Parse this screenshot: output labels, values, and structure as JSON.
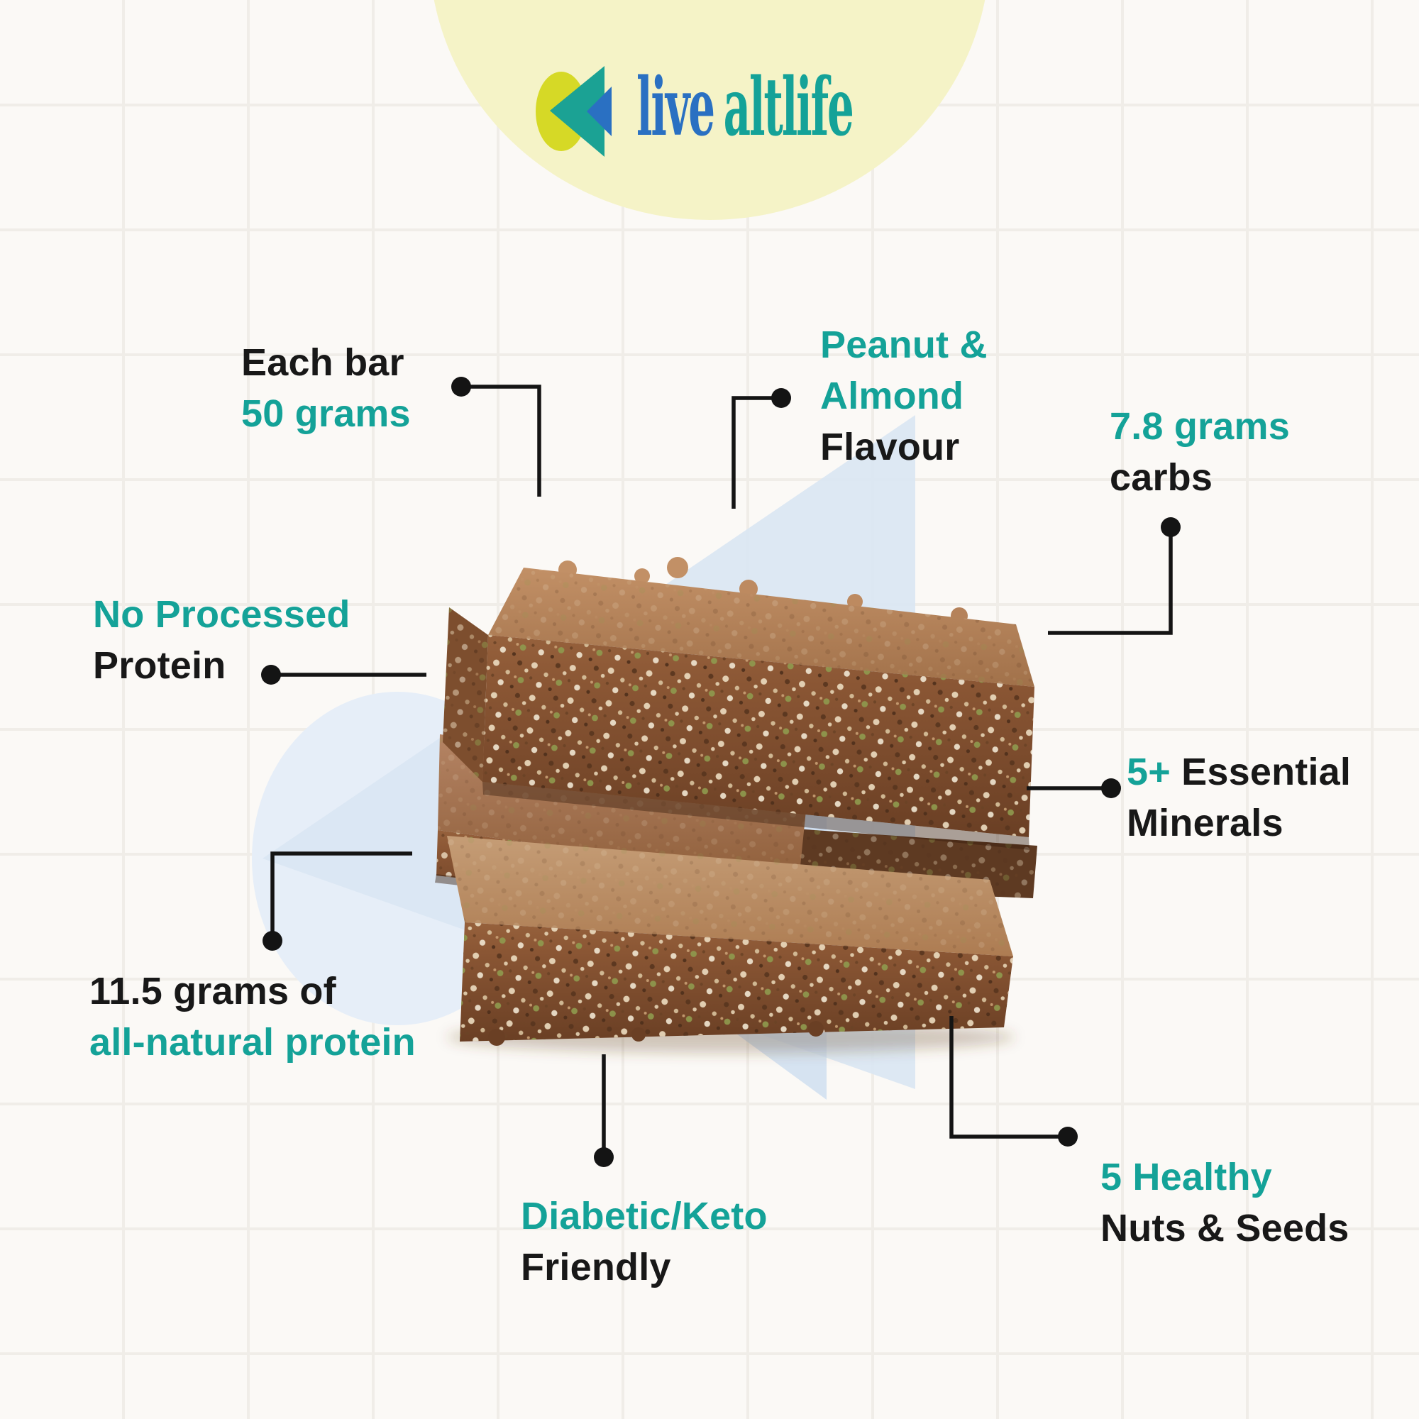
{
  "brand": {
    "logo_word1": "live",
    "logo_word2": "altlife",
    "mark": "double-left-triangle-logo-mark"
  },
  "colors": {
    "accent_teal": "#14a298",
    "text_black": "#181818",
    "logo_blue": "#2a70c2",
    "logo_teal": "#1ba294",
    "logo_chartreuse": "#d6d926",
    "header_circle_yellow": "#f5f3c7",
    "watermark_blue": "#dbe7f4",
    "background": "#fbf9f6",
    "grid_line": "#f0ede8",
    "connector_black": "#141414",
    "bar_brown_top": "#c29066",
    "bar_brown_front": "#8a5634"
  },
  "product_photo": {
    "alt": "stack of three peanut and almond protein bars"
  },
  "callouts": {
    "each_bar": {
      "line1": "Each bar",
      "line2": "50 grams"
    },
    "flavour": {
      "line1": "Peanut &",
      "line2": "Almond",
      "line3": "Flavour"
    },
    "carbs": {
      "line1": "7.8 grams",
      "line2": "carbs"
    },
    "no_processed": {
      "line1": "No Processed",
      "line2": "Protein"
    },
    "minerals": {
      "line1_accent": "5+",
      "line1_rest": " Essential",
      "line2": "Minerals"
    },
    "natural_protein": {
      "line1": "11.5 grams of",
      "line2": "all-natural protein"
    },
    "diabetic_keto": {
      "line1": "Diabetic/Keto",
      "line2": "Friendly"
    },
    "nuts_seeds": {
      "line1": "5 Healthy",
      "line2": "Nuts & Seeds"
    }
  }
}
